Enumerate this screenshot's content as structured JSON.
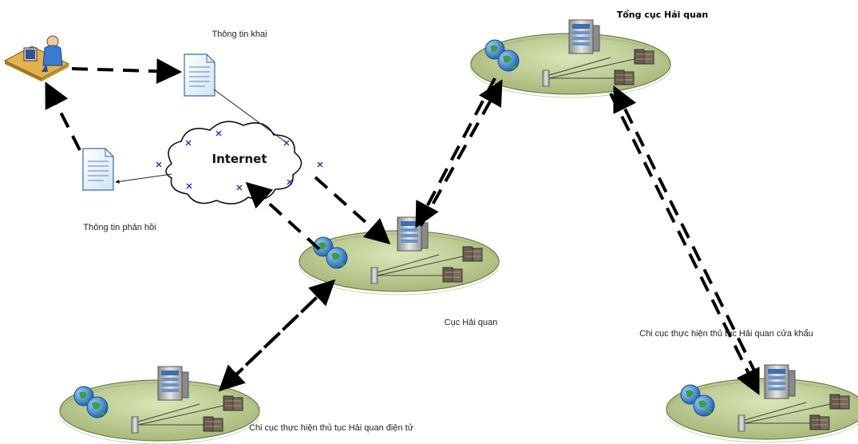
{
  "labels": {
    "tong_cuc": "Tổng cục Hải quan",
    "thong_tin_khai": "Thông tin khai",
    "thong_tin_phan_hoi": "Thông tin phản hồi",
    "internet": "Internet",
    "cuc_hai_quan": "Cục Hải quan",
    "chi_cuc_cua_khau": "Chi cục thực hiện thủ tục Hải quan cửa khẩu",
    "chi_cuc_dien_tu": "Chi cục thực hiện thủ tục Hải quan điện tử"
  },
  "nodes": [
    "user-workstation",
    "declaration-document",
    "response-document",
    "internet-cloud",
    "tong-cuc-network",
    "cuc-hai-quan-network",
    "chi-cuc-dien-tu-network",
    "chi-cuc-cua-khau-network"
  ],
  "colors": {
    "disc": "#b9c98e",
    "disc_edge": "#7d8b5a",
    "arrow": "#000000",
    "globe": "#2f7fd0",
    "cloud_marker": "#2a2ad0"
  }
}
